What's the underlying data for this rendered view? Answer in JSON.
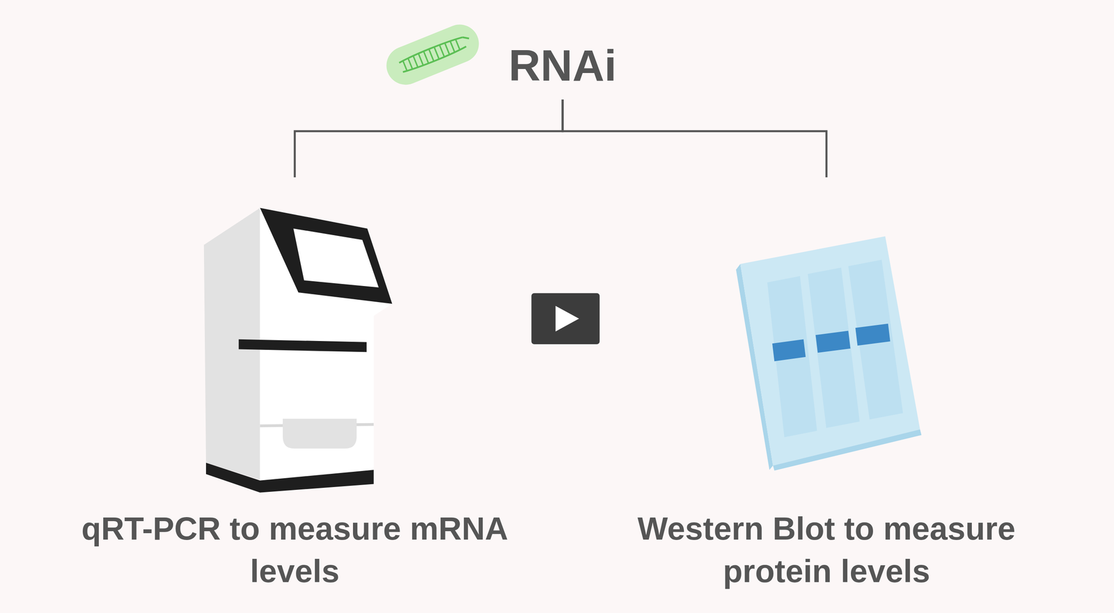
{
  "diagram": {
    "nodes": [
      {
        "text": [
          "RNAi"
        ]
      },
      {
        "text": [
          "qRT-PCR to measure mRNA levels"
        ]
      },
      {
        "text": [
          "Western Blot to measure protein levels"
        ]
      }
    ],
    "edges": [
      {
        "from": 0,
        "to": 1,
        "arrow": "none"
      },
      {
        "from": 0,
        "to": 2,
        "arrow": "none"
      }
    ]
  }
}
